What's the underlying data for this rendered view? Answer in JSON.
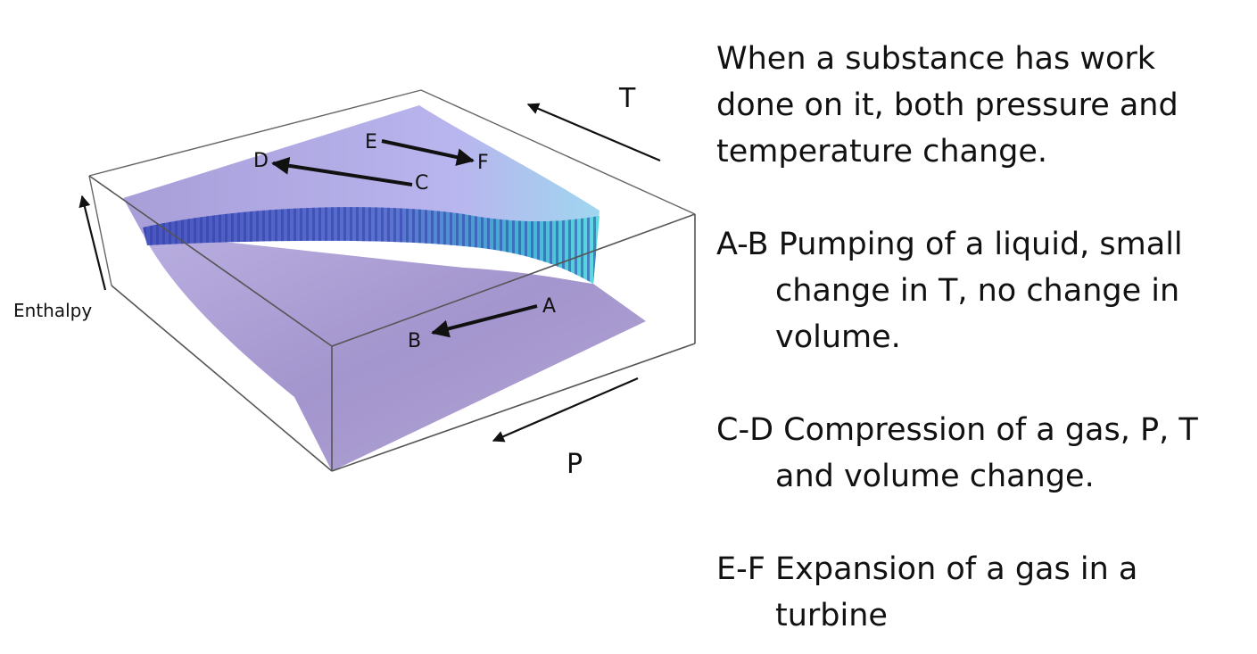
{
  "diagram": {
    "axis_labels": {
      "enthalpy": "Enthalpy",
      "temperature": "T",
      "pressure": "P"
    },
    "points": {
      "A": "A",
      "B": "B",
      "C": "C",
      "D": "D",
      "E": "E",
      "F": "F"
    },
    "colors": {
      "surface": "#a99ccc",
      "surface_light": "#c2b7e6",
      "dome_blue": "#4f5fc2",
      "dome_cyan": "#4fc9d8",
      "box_edge": "#555555"
    }
  },
  "description": {
    "intro": "When a substance has work done on it, both pressure and temperature change.",
    "items": [
      {
        "key": "A-B",
        "line1": "Pumping of a liquid, small",
        "line2": "change in T, no change in",
        "line3": "volume."
      },
      {
        "key": "C-D",
        "line1": "Compression of a gas, P, T",
        "line2": "and volume change."
      },
      {
        "key": "E-F",
        "line1": "Expansion of a gas in a",
        "line2": "turbine"
      }
    ]
  }
}
